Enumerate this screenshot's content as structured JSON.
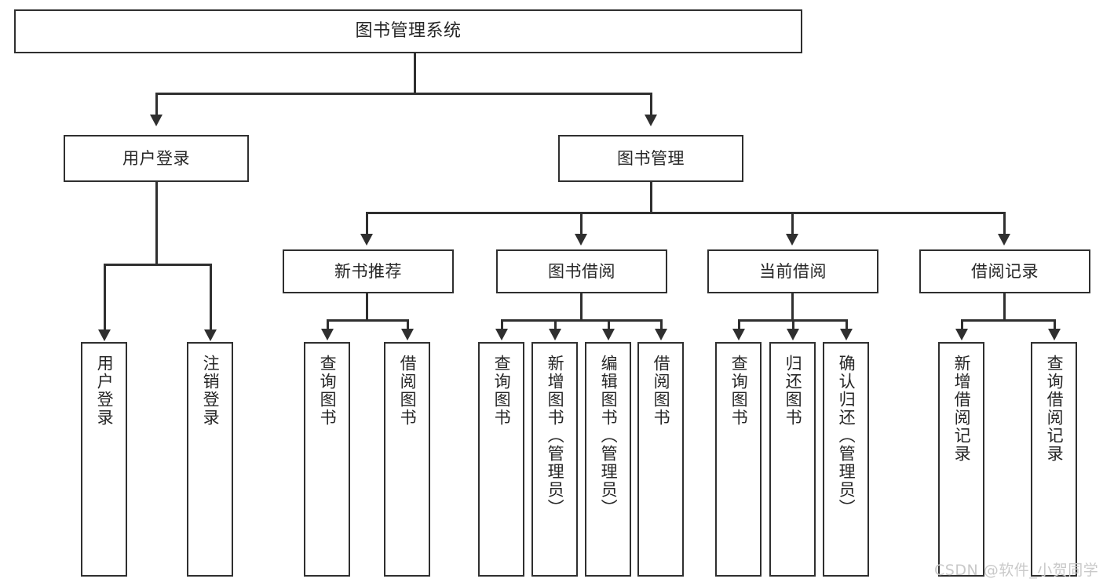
{
  "diagram": {
    "type": "hierarchy-tree",
    "title": "图书管理系统",
    "orientation": "top-down",
    "levels": 4,
    "colors": {
      "background": "#ffffff",
      "stroke": "#2f2f2f",
      "text": "#262626",
      "watermark": "#c9c9c9"
    }
  },
  "root": {
    "id": "root",
    "label": "图书管理系统"
  },
  "level2": [
    {
      "id": "user-login",
      "label": "用户登录"
    },
    {
      "id": "book-management",
      "label": "图书管理"
    }
  ],
  "level3": [
    {
      "id": "new-book-recommend",
      "label": "新书推荐",
      "parent": "book-management"
    },
    {
      "id": "book-borrow",
      "label": "图书借阅",
      "parent": "book-management"
    },
    {
      "id": "current-borrow",
      "label": "当前借阅",
      "parent": "book-management"
    },
    {
      "id": "borrow-record",
      "label": "借阅记录",
      "parent": "book-management"
    }
  ],
  "leaves": {
    "user-login": [
      {
        "id": "leaf-user-login",
        "label": "用户登录"
      },
      {
        "id": "leaf-user-logout",
        "label": "注销登录"
      }
    ],
    "new-book-recommend": [
      {
        "id": "leaf-query-book-1",
        "label": "查询图书"
      },
      {
        "id": "leaf-borrow-book-1",
        "label": "借阅图书"
      }
    ],
    "book-borrow": [
      {
        "id": "leaf-query-book-2",
        "label": "查询图书"
      },
      {
        "id": "leaf-add-book",
        "label": "新增图书（管理员）"
      },
      {
        "id": "leaf-edit-book",
        "label": "编辑图书（管理员）"
      },
      {
        "id": "leaf-borrow-book-2",
        "label": "借阅图书"
      }
    ],
    "current-borrow": [
      {
        "id": "leaf-query-book-3",
        "label": "查询图书"
      },
      {
        "id": "leaf-return-book",
        "label": "归还图书"
      },
      {
        "id": "leaf-confirm-return",
        "label": "确认归还（管理员）"
      }
    ],
    "borrow-record": [
      {
        "id": "leaf-add-record",
        "label": "新增借阅记录"
      },
      {
        "id": "leaf-query-record",
        "label": "查询借阅记录"
      }
    ]
  },
  "watermark": {
    "text": "CSDN @软件_小贺同学"
  }
}
